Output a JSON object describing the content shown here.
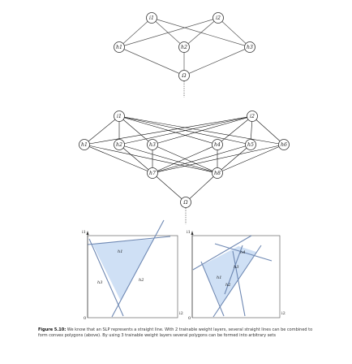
{
  "net1": {
    "inputs": [
      "i1",
      "i2"
    ],
    "hidden": [
      "h1",
      "h2",
      "h3"
    ],
    "output": "Ω"
  },
  "net2": {
    "inputs": [
      "i1",
      "i2"
    ],
    "hidden1": [
      "h1",
      "h2",
      "h3",
      "h4",
      "h5",
      "h6"
    ],
    "hidden2": [
      "h7",
      "h8"
    ],
    "output": "Ω"
  },
  "plot_left": {
    "labels": [
      "h1",
      "h2",
      "h3"
    ],
    "xaxis": "i2",
    "yaxis": "i1",
    "origin": "0"
  },
  "plot_right": {
    "labels": [
      "h1",
      "h2",
      "h3",
      "h4"
    ],
    "xaxis": "i2",
    "yaxis": "i1",
    "origin": "0"
  },
  "caption": {
    "label": "Figure 5.10:",
    "text": "We know that an SLP represents a straight line. With 2 trainable weight layers, several straight lines can be combined to form convex polygons (above). By using 3 trainable weight layers several polygons can be formed into arbitrary sets"
  }
}
